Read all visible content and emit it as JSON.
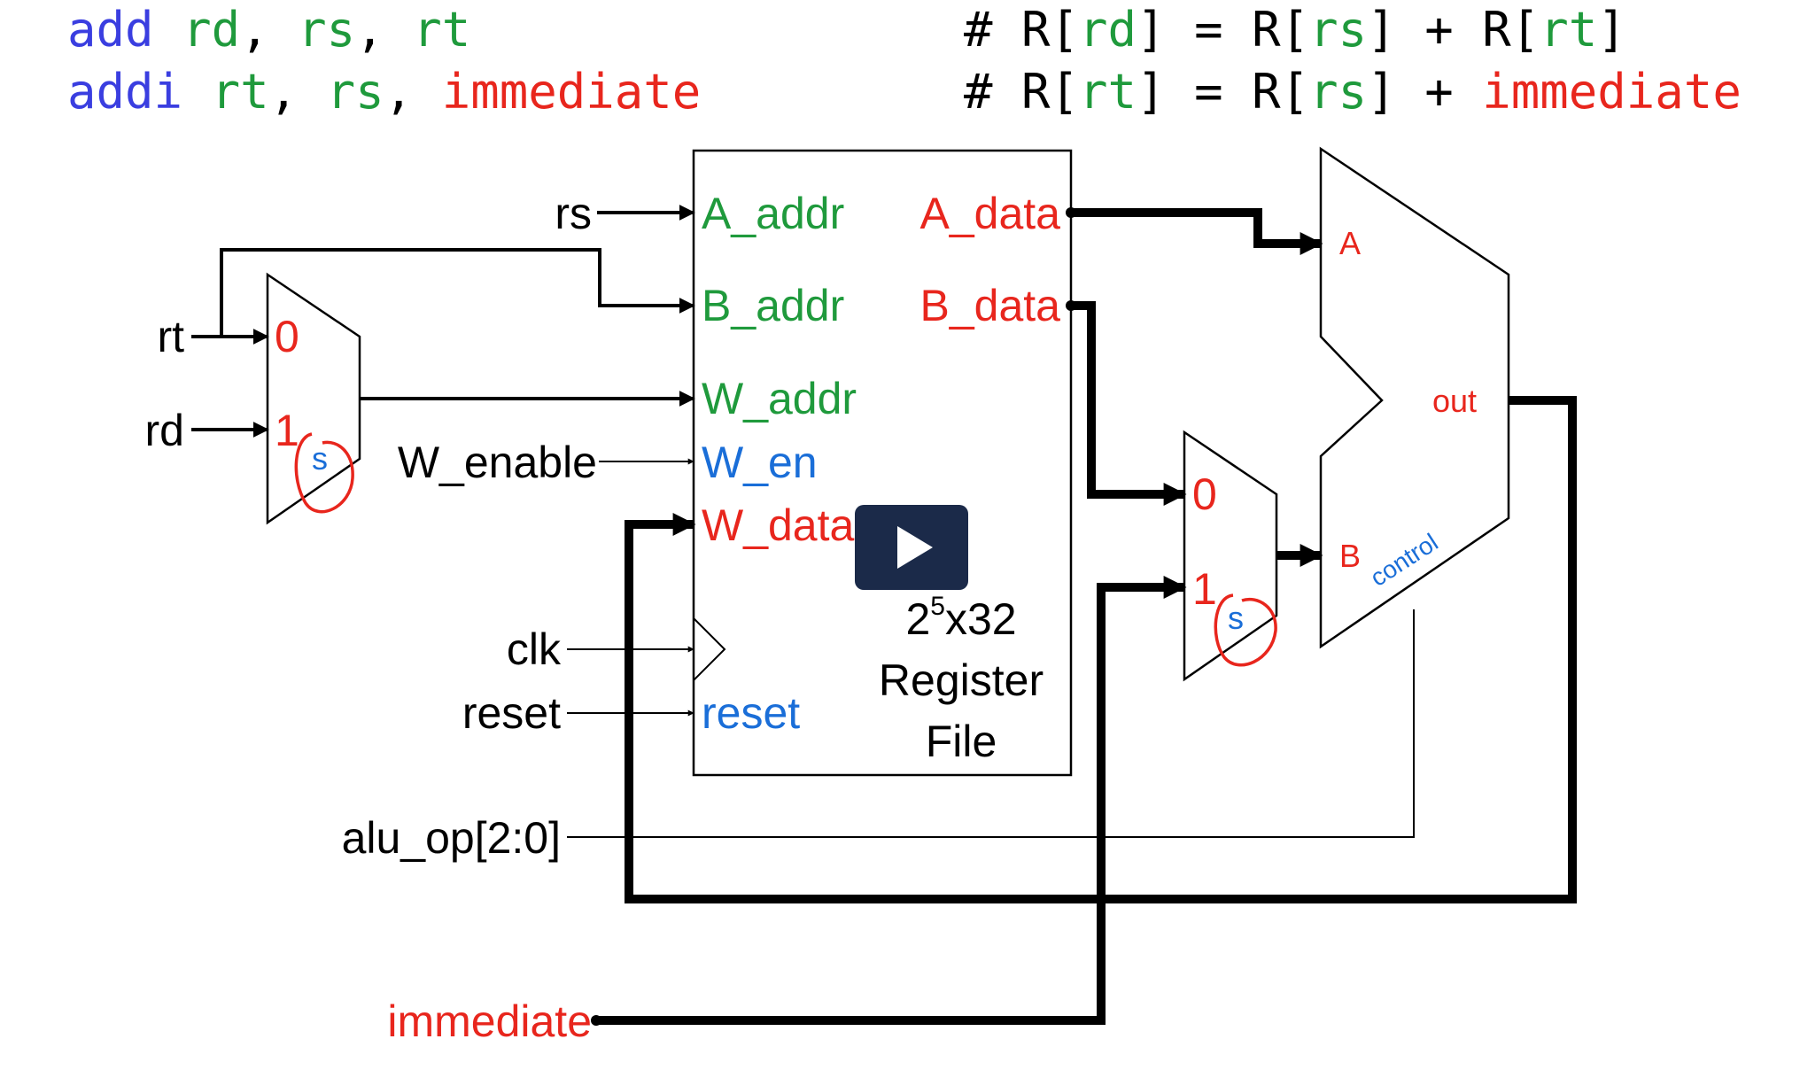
{
  "header": {
    "line1": {
      "mnemonic": "add",
      "op1": "rd",
      "op2": "rs",
      "op3": "rt",
      "sep": ",",
      "comment_prefix": "# R[",
      "comment_dst": "rd",
      "comment_mid1": "] = R[",
      "comment_src1": "rs",
      "comment_mid2": "] + R[",
      "comment_src2": "rt",
      "comment_end": "]"
    },
    "line2": {
      "mnemonic": "addi",
      "op1": "rt",
      "op2": "rs",
      "op3": "immediate",
      "sep": ",",
      "comment_prefix": "# R[",
      "comment_dst": "rt",
      "comment_mid1": "] = R[",
      "comment_src1": "rs",
      "comment_mid2": "] + ",
      "comment_src2": "immediate"
    }
  },
  "inputs": {
    "rs": "rs",
    "rt": "rt",
    "rd": "rd",
    "w_enable": "W_enable",
    "clk": "clk",
    "reset": "reset",
    "alu_op": "alu_op[2:0]",
    "immediate": "immediate"
  },
  "regfile": {
    "a_addr": "A_addr",
    "b_addr": "B_addr",
    "w_addr": "W_addr",
    "w_en": "W_en",
    "w_data": "W_data",
    "reset": "reset",
    "a_data": "A_data",
    "b_data": "B_data",
    "size_base": "2",
    "size_exp": "5",
    "size_rest": "x32",
    "title1": "Register",
    "title2": "File"
  },
  "mux_left": {
    "in0": "0",
    "in1": "1",
    "sel": "s"
  },
  "mux_right": {
    "in0": "0",
    "in1": "1",
    "sel": "s"
  },
  "alu": {
    "in_a": "A",
    "in_b": "B",
    "out": "out",
    "control": "control"
  },
  "colors": {
    "blue": "#3a3ee0",
    "green": "#1f9a3c",
    "red": "#e8261d",
    "black": "#000000",
    "ctrl_blue": "#1a6ed8",
    "play_bg": "#1b2a49"
  },
  "icons": {
    "play": "play-icon"
  }
}
